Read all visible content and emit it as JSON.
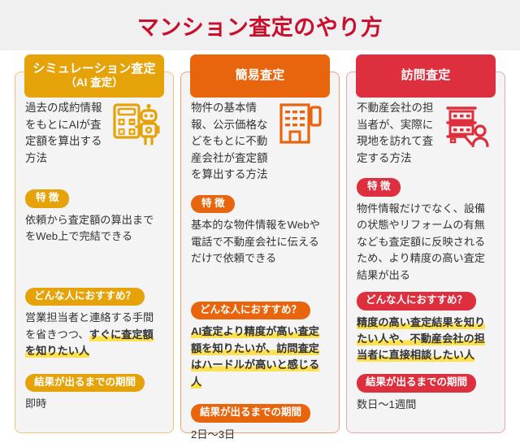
{
  "title": "マンション査定のやり方",
  "colors": {
    "title": "#c8102e",
    "title_band_bg": "#f0f0f0",
    "card_bg": "#f4f4f4",
    "col1_accent": "#e5a209",
    "col2_accent": "#e8650d",
    "col3_accent": "#dd2f3e",
    "marker_highlight": "#ffe14d"
  },
  "labels": {
    "feature": "特 徴",
    "recommend": "どんな人におすすめ？",
    "period": "結果が出るまでの期間"
  },
  "columns": [
    {
      "header_main": "シミュレーション査定",
      "header_sub": "（AI 査定）",
      "icon": "calculator-robot-icon",
      "description": "過去の成約情報をもとにAIが査定額を算出する方法",
      "feature": "依頼から査定額の算出までをWeb上で完結できる",
      "recommend_plain_prefix": "営業担当者と連絡する手間を省きつつ、",
      "recommend_marked": "すぐに査定額を知りたい人",
      "period": "即時"
    },
    {
      "header_main": "簡易査定",
      "header_sub": "",
      "icon": "building-phone-icon",
      "description": "物件の基本情報、公示価格などをもとに不動産会社が査定額を算出する方法",
      "feature": "基本的な物件情報をWebや電話で不動産会社に伝えるだけで依頼できる",
      "recommend_plain_prefix": "",
      "recommend_marked": "AI査定より精度が高い査定額を知りたいが、訪問査定はハードルが高いと感じる人",
      "period": "2日〜3日"
    },
    {
      "header_main": "訪問査定",
      "header_sub": "",
      "icon": "building-person-icon",
      "description": "不動産会社の担当者が、実際に現地を訪れて査定する方法",
      "feature": "物件情報だけでなく、設備の状態やリフォームの有無なども査定額に反映されるため、より精度の高い査定結果が出る",
      "recommend_plain_prefix": "",
      "recommend_marked": "精度の高い査定結果を知りたい人や、不動産会社の担当者に直接相談したい人",
      "period": "数日〜1週間"
    }
  ]
}
